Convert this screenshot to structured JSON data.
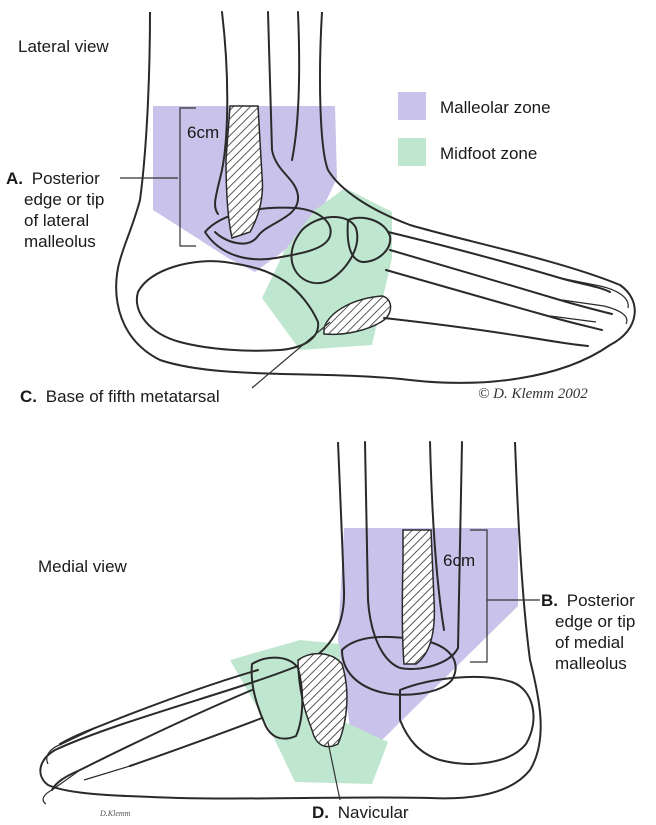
{
  "colors": {
    "malleolar_zone": "#c9c2ea",
    "midfoot_zone": "#bfe6cf",
    "line": "#2a2a2a",
    "background": "#ffffff"
  },
  "lateral": {
    "view_label": "Lateral view",
    "measure": "6cm",
    "label_a": {
      "letter": "A.",
      "lines": [
        "Posterior",
        "edge or tip",
        "of lateral",
        "malleolus"
      ]
    },
    "label_c": {
      "letter": "C.",
      "text": "Base of fifth metatarsal"
    },
    "credit": "© D. Klemm 2002"
  },
  "legend": {
    "malleolar": "Malleolar zone",
    "midfoot": "Midfoot zone"
  },
  "medial": {
    "view_label": "Medial view",
    "measure": "6cm",
    "label_b": {
      "letter": "B.",
      "lines": [
        "Posterior",
        "edge or tip",
        "of medial",
        "malleolus"
      ]
    },
    "label_d": {
      "letter": "D.",
      "text": "Navicular"
    },
    "signature": "D.Klemm"
  }
}
